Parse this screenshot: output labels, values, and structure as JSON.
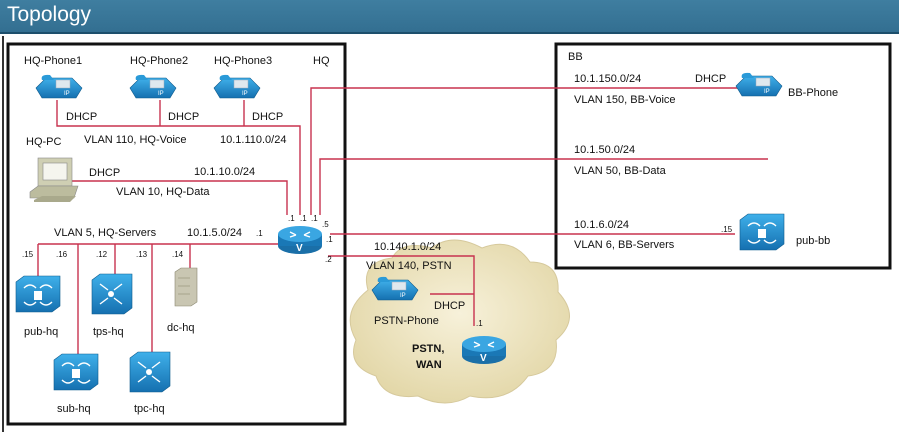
{
  "window": {
    "title": "Topology"
  },
  "colors": {
    "titlebar": "#3a779a",
    "link": "#c8324f",
    "device": "#1e8fd0",
    "cloud": "#efe6c4"
  },
  "hq": {
    "label": "HQ",
    "phones": [
      {
        "name": "HQ-Phone1",
        "addr": "DHCP"
      },
      {
        "name": "HQ-Phone2",
        "addr": "DHCP"
      },
      {
        "name": "HQ-Phone3",
        "addr": "DHCP"
      }
    ],
    "voice_vlan": "VLAN 110, HQ-Voice",
    "voice_subnet": "10.1.110.0/24",
    "pc": {
      "name": "HQ-PC",
      "addr": "DHCP"
    },
    "data_subnet": "10.1.10.0/24",
    "data_vlan": "VLAN 10, HQ-Data",
    "server_vlan": "VLAN 5, HQ-Servers",
    "server_subnet": "10.1.5.0/24",
    "router_iface_labels": [
      ".1",
      ".1",
      ".1",
      ".1",
      ".5",
      ".1",
      ".2"
    ],
    "servers": [
      {
        "name": "pub-hq",
        "host": ".15"
      },
      {
        "name": "sub-hq",
        "host": ".16"
      },
      {
        "name": "tps-hq",
        "host": ".12"
      },
      {
        "name": "tpc-hq",
        "host": ".13"
      },
      {
        "name": "dc-hq",
        "host": ".14"
      }
    ]
  },
  "bb": {
    "label": "BB",
    "voice_subnet": "10.1.150.0/24",
    "voice_vlan": "VLAN 150, BB-Voice",
    "phone": {
      "name": "BB-Phone",
      "addr": "DHCP"
    },
    "data_subnet": "10.1.50.0/24",
    "data_vlan": "VLAN 50, BB-Data",
    "server_subnet": "10.1.6.0/24",
    "server_vlan": "VLAN 6, BB-Servers",
    "server": {
      "name": "pub-bb",
      "host": ".15"
    }
  },
  "pstn": {
    "subnet": "10.140.1.0/24",
    "vlan": "VLAN 140, PSTN",
    "phone": {
      "name": "PSTN-Phone",
      "addr": "DHCP"
    },
    "router_iface": ".1",
    "cloud_label_1": "PSTN,",
    "cloud_label_2": "WAN"
  }
}
